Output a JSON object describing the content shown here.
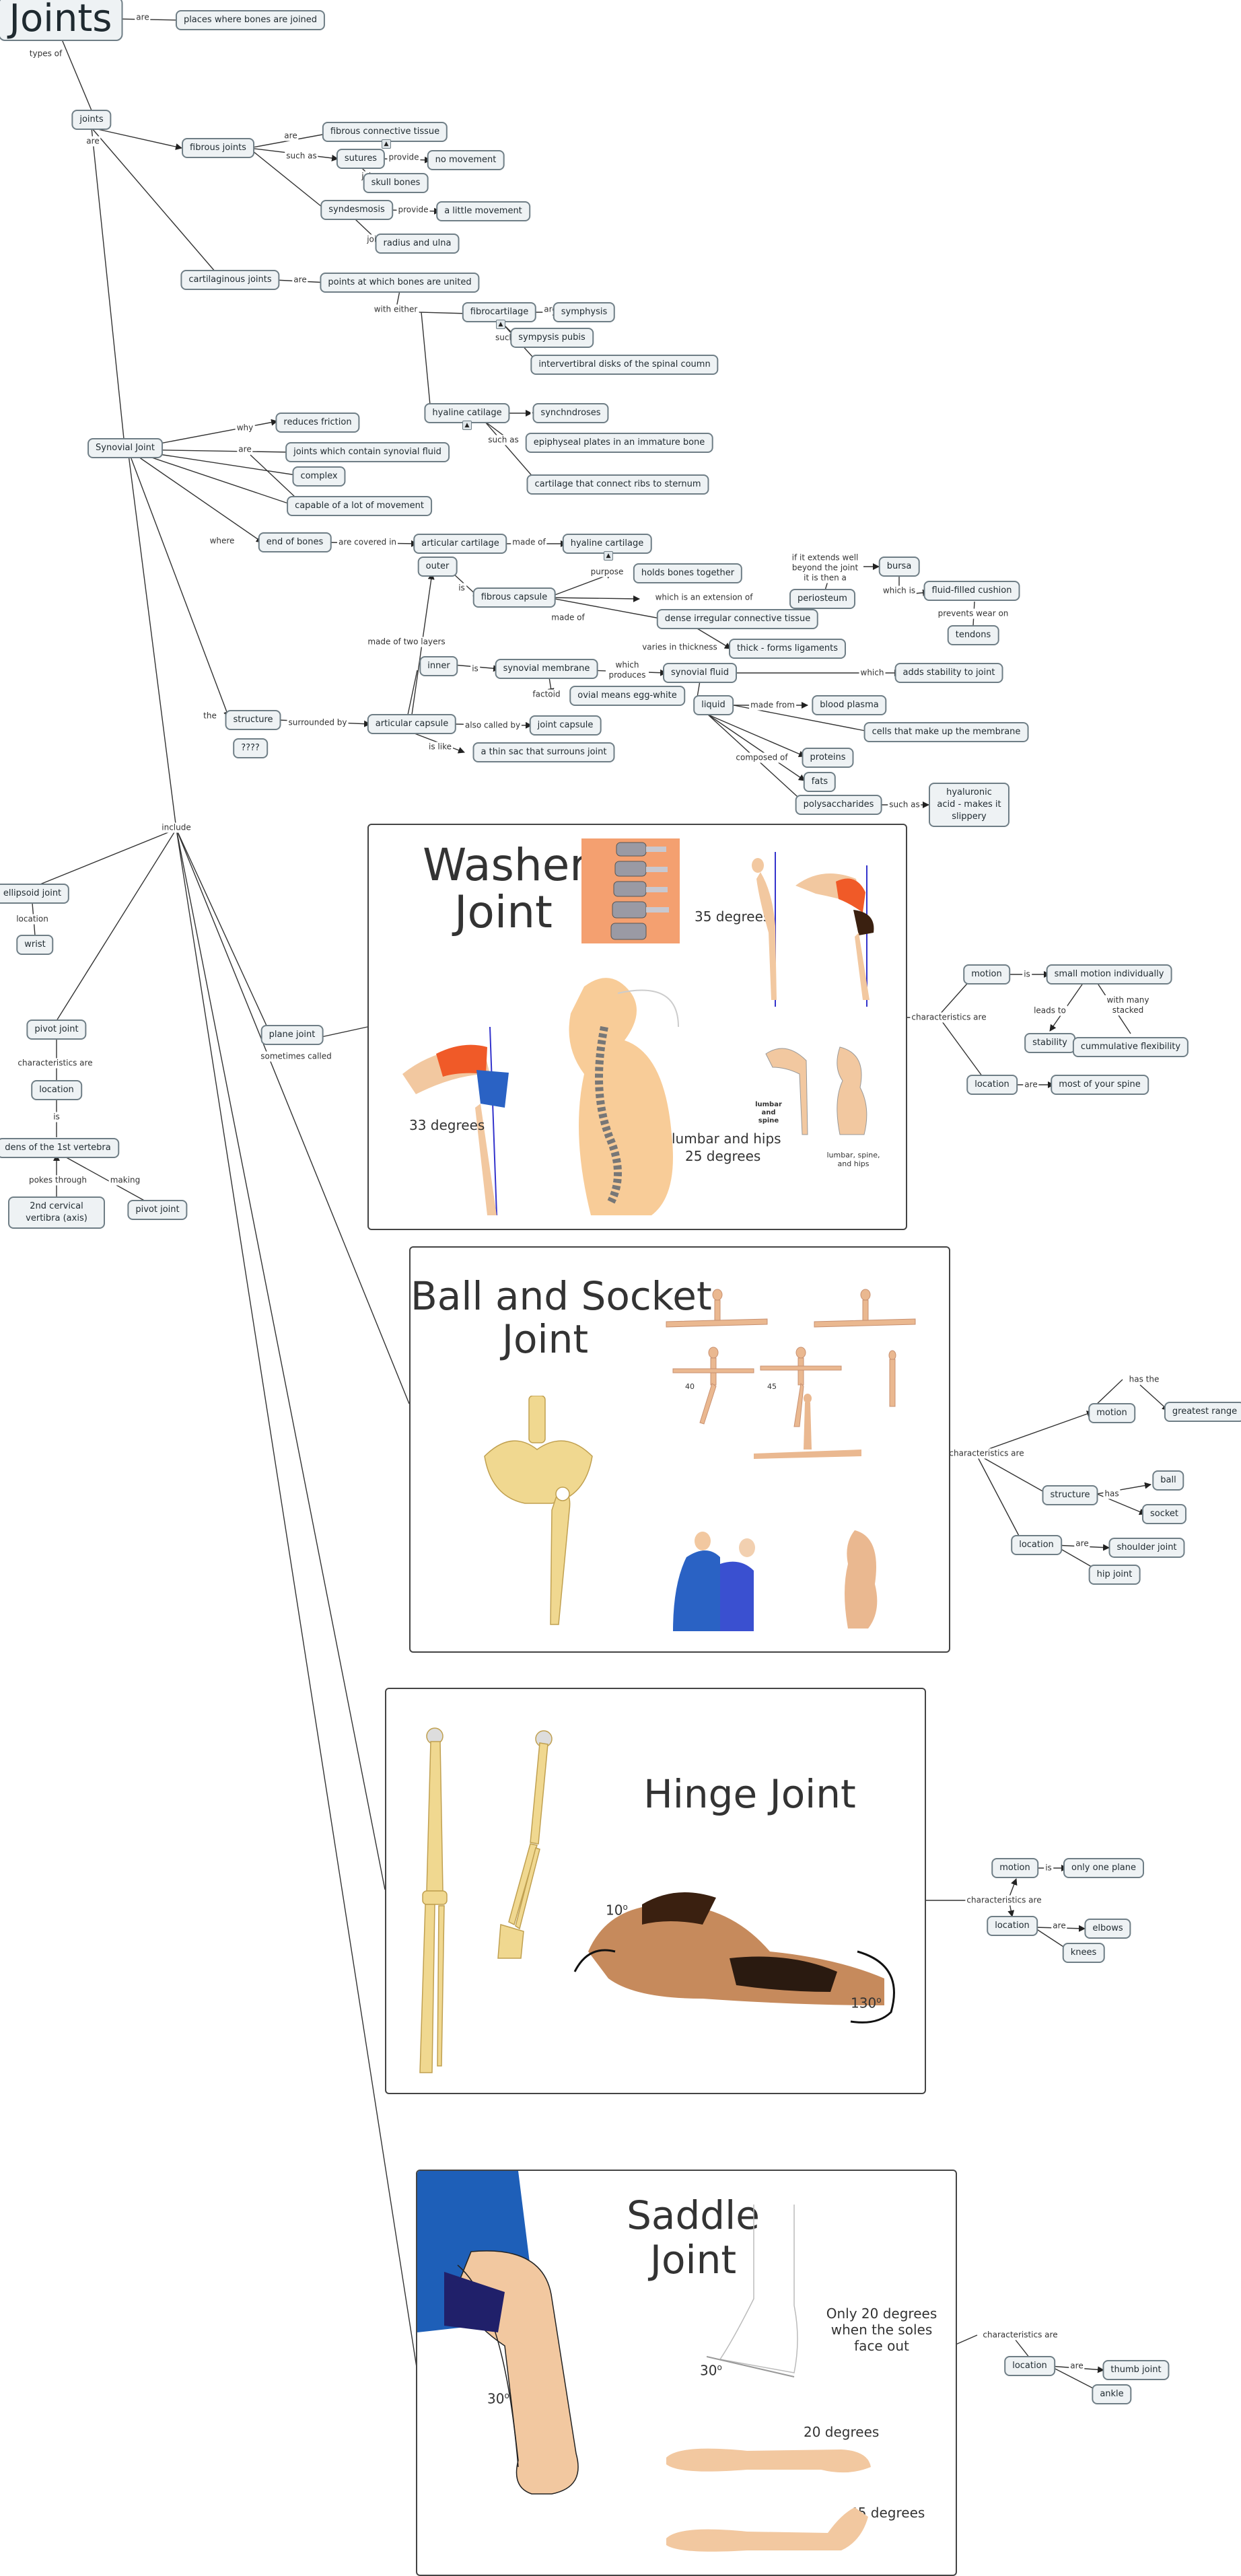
{
  "colors": {
    "node_fill": "#eef2f4",
    "node_border": "#6f7e86",
    "line": "#333333",
    "skin": "#f2c8a0",
    "bone": "#f0d890",
    "accent_orange": "#f05a28",
    "accent_blue": "#2a62c4",
    "axis_line": "#3333cc"
  },
  "root": {
    "title": "Joints",
    "definition": "places where bones are joined",
    "edge_are": "are",
    "edge_types_of": "types of"
  },
  "joints_node": "joints",
  "edges": {
    "are": "are",
    "such_as": "such as",
    "provide": "provide",
    "join": "join",
    "why": "why",
    "where": "where",
    "are_covered_in": "are covered in",
    "made_of": "made of",
    "purpose": "purpose",
    "which_is_an_extension_of": "which is an extension of",
    "if_extends": "if it extends well beyond the joint it is then a",
    "which_is": "which is",
    "prevents_wear_on": "prevents wear on",
    "made_of_two_layers": "made of two layers",
    "is": "is",
    "which_produces": "which produces",
    "varies_in_thickness": "varies in thickness",
    "which": "which",
    "factoid": "factoid",
    "made_from": "made from",
    "composed_of": "composed of",
    "the": "the",
    "surrounded_by": "surrounded by",
    "also_called_by": "also called by",
    "is_like": "is like",
    "include": "include",
    "location": "location",
    "characteristics_are": "characteristics are",
    "pokes_through": "pokes through",
    "making": "making",
    "sometimes_called": "sometimes called",
    "leads_to": "leads to",
    "with_many_stacked": "with many stacked",
    "has": "has",
    "has_the": "has the",
    "with_either": "with either",
    "such": "such"
  },
  "fibrous": {
    "title": "fibrous joints",
    "tissue": "fibrous connective tissue",
    "sutures": "sutures",
    "no_movement": "no movement",
    "skull_bones": "skull bones",
    "syndesmosis": "syndesmosis",
    "little_movement": "a little movement",
    "radius_ulna": "radius and ulna"
  },
  "cartilaginous": {
    "title": "cartilaginous joints",
    "def": "points at which bones are united",
    "fibrocartilage": "fibrocartilage",
    "symphysis": "symphysis",
    "sympysis_pubis": "sympysis pubis",
    "intervertibral": "intervertibral disks of the spinal coumn",
    "hyaline": "hyaline catilage",
    "synchndroses": "synchndroses",
    "epiphyseal": "epiphyseal plates in an immature bone",
    "ribs": "cartilage that connect ribs to sternum"
  },
  "synovial": {
    "title": "Synovial Joint",
    "reduces_friction": "reduces friction",
    "contain_fluid": "joints which contain synovial fluid",
    "complex": "complex",
    "capable": "capable of a lot of movement",
    "end_of_bones": "end of bones",
    "articular_cartilage": "articular cartilage",
    "hyaline_cartilage": "hyaline cartilage",
    "outer": "outer",
    "fibrous_capsule": "fibrous capsule",
    "holds_bones": "holds bones together",
    "periosteum": "periosteum",
    "bursa": "bursa",
    "fluid_cushion": "fluid-filled cushion",
    "tendons": "tendons",
    "dense": "dense irregular connective tissue",
    "thick_ligaments": "thick - forms ligaments",
    "inner": "inner",
    "synovial_membrane": "synovial membrane",
    "synovial_fluid": "synovial fluid",
    "adds_stability": "adds stability to joint",
    "oval_egg": "ovial means egg-white",
    "liquid": "liquid",
    "blood_plasma": "blood plasma",
    "cells_membrane": "cells that make up the membrane",
    "proteins": "proteins",
    "fats": "fats",
    "polysaccharides": "polysaccharides",
    "hyaluronic": "hyaluronic acid - makes it slippery",
    "structure": "structure",
    "unknown": "????",
    "articular_capsule": "articular capsule",
    "joint_capsule": "joint capsule",
    "thin_sac": "a thin sac that surrouns joint"
  },
  "ellipsoid": {
    "title": "ellipsoid joint",
    "wrist": "wrist"
  },
  "pivot": {
    "title": "pivot joint",
    "location": "location",
    "dens": "dens of the 1st vertebra",
    "axis": "2nd cervical vertibra (axis)",
    "pivot_joint": "pivot joint"
  },
  "plane": {
    "title": "plane joint"
  },
  "washer": {
    "title_line1": "Washer",
    "title_line2": "Joint",
    "deg35": "35 degrees",
    "deg33": "33 degrees",
    "lumbar_hips": "lumbar and hips",
    "deg25": "25 degrees",
    "small_lumbar": "lumbar and spine",
    "small_lumbar2": "lumbar, spine, and hips",
    "motion": "motion",
    "small_motion": "small motion individually",
    "stability": "stability",
    "cumulative": "cummulative flexibility",
    "location": "location",
    "most_spine": "most of your spine"
  },
  "ball": {
    "title_line1": "Ball and Socket",
    "title_line2": "Joint",
    "deg40": "40",
    "deg45": "45",
    "motion": "motion",
    "greatest_range": "greatest range",
    "structure": "structure",
    "ball": "ball",
    "socket": "socket",
    "location": "location",
    "shoulder": "shoulder joint",
    "hip": "hip joint"
  },
  "hinge": {
    "title": "Hinge Joint",
    "deg10": "10",
    "deg130": "130",
    "motion": "motion",
    "one_plane": "only one plane",
    "location": "location",
    "elbows": "elbows",
    "knees": "knees"
  },
  "saddle": {
    "title_line1": "Saddle",
    "title_line2": "Joint",
    "soles_note": "Only 20 degrees when the soles face out",
    "deg30a": "30",
    "deg30b": "30",
    "deg20": "20 degrees",
    "deg45": "45 degrees",
    "location": "location",
    "thumb": "thumb joint",
    "ankle": "ankle"
  },
  "degree_mark": "o"
}
